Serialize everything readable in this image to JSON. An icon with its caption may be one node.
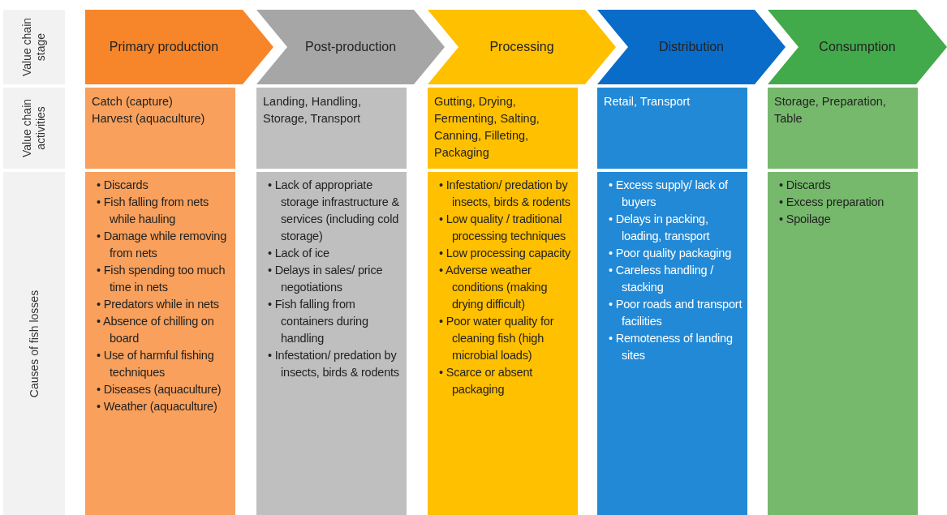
{
  "diagram": {
    "nodes": [
      {
        "text": [
          "Value chain stage"
        ]
      },
      {
        "text": [
          "Value chain activities"
        ]
      },
      {
        "text": [
          "Causes of fish losses"
        ]
      },
      {
        "text": [
          "Primary production"
        ]
      },
      {
        "text": [
          "Post-production"
        ]
      },
      {
        "text": [
          "Processing"
        ]
      },
      {
        "text": [
          "Distribution"
        ]
      },
      {
        "text": [
          "Consumption"
        ]
      },
      {
        "text": [
          "Catch (capture)",
          "Harvest (aquaculture)"
        ]
      },
      {
        "text": [
          "Landing, Handling, Storage, Transport"
        ]
      },
      {
        "text": [
          "Gutting, Drying, Fermenting, Salting, Canning, Filleting, Packaging"
        ]
      },
      {
        "text": [
          "Retail, Transport"
        ]
      },
      {
        "text": [
          "Storage, Preparation, Table"
        ]
      },
      {
        "text": [
          "• Discards",
          "• Fish falling from nets while hauling",
          "• Damage while removing from nets",
          "• Fish spending too much time in nets",
          "• Predators while in nets",
          "• Absence of chilling on board",
          "• Use of harmful fishing techniques",
          "• Diseases (aquaculture)",
          "• Weather (aquaculture)"
        ]
      },
      {
        "text": [
          "• Lack of appropriate storage infrastructure & services (including cold storage)",
          "• Lack of ice",
          "• Delays in sales/ price negotiations",
          "• Fish falling from containers during handling",
          "• Infestation/ predation by insects, birds & rodents"
        ]
      },
      {
        "text": [
          "• Infestation/ predation by insects, birds & rodents",
          "• Low quality / traditional processing techniques",
          "• Low processing capacity",
          "• Adverse weather conditions (making drying difficult)",
          "• Poor water quality for cleaning fish (high microbial loads)",
          "• Scarce or absent packaging"
        ]
      },
      {
        "text": [
          "• Excess supply/ lack of buyers",
          "• Delays in packing, loading, transport",
          "• Poor quality packaging",
          "• Careless handling / stacking",
          "• Poor roads and transport facilities",
          "• Remoteness of landing sites"
        ]
      },
      {
        "text": [
          "• Discards",
          "• Excess preparation",
          "• Spoilage"
        ]
      }
    ],
    "edges": []
  }
}
